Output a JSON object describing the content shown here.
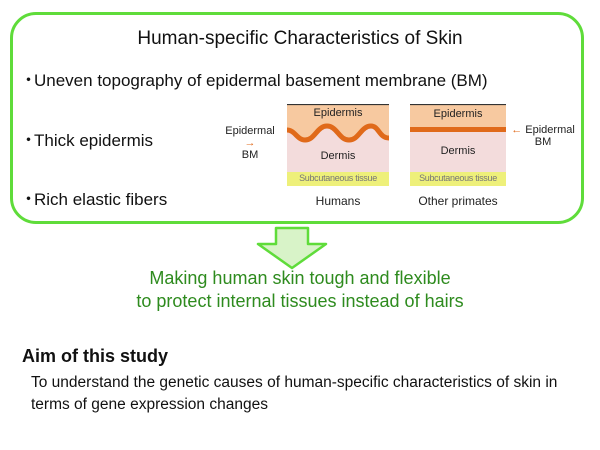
{
  "title": "Human-specific Characteristics of Skin",
  "bullets": [
    "Uneven topography of epidermal basement membrane (BM)",
    "Thick epidermis",
    "Rich elastic fibers"
  ],
  "bullet_marker": "・",
  "diagrams": {
    "humans": {
      "caption": "Humans",
      "epidermis": "Epidermis",
      "dermis": "Dermis",
      "subcutaneous": "Subcutaneous tissue",
      "bm_label_line1": "Epidermal",
      "bm_label_line2": "BM",
      "arrow": "→"
    },
    "primates": {
      "caption": "Other primates",
      "epidermis": "Epidermis",
      "dermis": "Dermis",
      "subcutaneous": "Subcutaneous tissue",
      "bm_label_line1": "Epidermal",
      "bm_label_line2": "BM",
      "arrow": "←"
    }
  },
  "conclusion": {
    "line1": "Making human skin tough and flexible",
    "line2": "to protect internal tissues instead of hairs"
  },
  "aim": {
    "heading": "Aim of this study",
    "body": "To understand the genetic causes of human-specific characteristics of skin in terms of gene expression changes"
  },
  "colors": {
    "box_border": "#5fdc3a",
    "conclusion_text": "#2e8b1e",
    "epidermis": "#f7c9a0",
    "basement_membrane": "#e06a1a",
    "dermis": "#f3dcdc",
    "subcutaneous": "#eef07a",
    "arrow_fill": "#d8f3c8",
    "arrow_stroke": "#5fdc3a"
  }
}
